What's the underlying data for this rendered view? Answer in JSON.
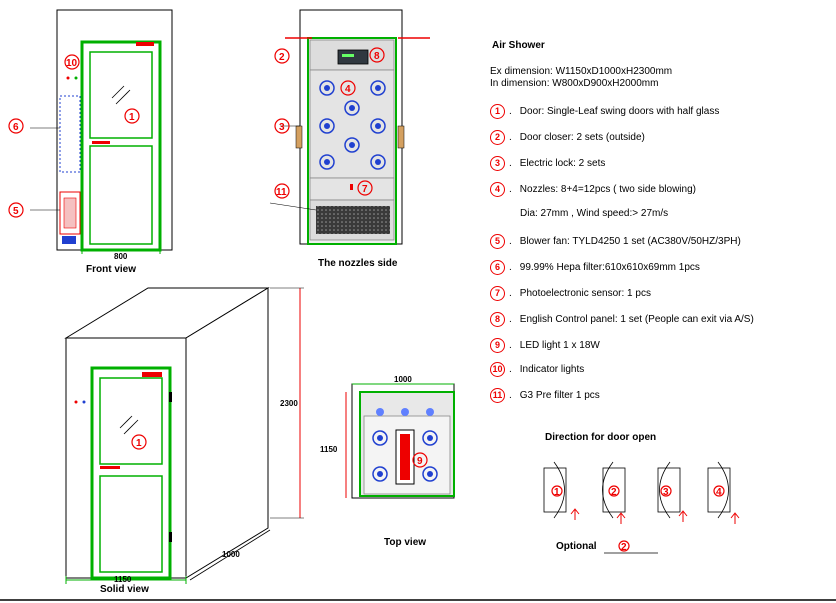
{
  "title": "Air Shower",
  "dimensions": {
    "ex": "Ex dimension: W1150xD1000xH2300mm",
    "in": "In dimension: W800xD900xH2000mm"
  },
  "specs": [
    {
      "no": "1",
      "sep": ".",
      "text": "Door: Single-Leaf swing doors with half glass"
    },
    {
      "no": "2",
      "sep": ".",
      "text": "Door closer: 2 sets (outside)"
    },
    {
      "no": "3",
      "sep": ".",
      "text": "Electric lock: 2 sets"
    },
    {
      "no": "4",
      "sep": ".",
      "text": "Nozzles: 8+4=12pcs ( two side blowing)"
    },
    {
      "no": "",
      "sep": "",
      "text": "Dia: 27mm , Wind speed:> 27m/s"
    },
    {
      "no": "5",
      "sep": ".",
      "text": "Blower fan: TYLD4250 1 set (AC380V/50HZ/3PH)"
    },
    {
      "no": "6",
      "sep": ".",
      "text": "99.99% Hepa filter:610x610x69mm 1pcs"
    },
    {
      "no": "7",
      "sep": ".",
      "text": "Photoelectronic sensor: 1 pcs"
    },
    {
      "no": "8",
      "sep": ".",
      "text": "English Control panel: 1 set (People can exit via A/S)"
    },
    {
      "no": "9",
      "sep": ".",
      "text": "LED light 1 x 18W"
    },
    {
      "no": "10",
      "sep": ".",
      "text": "Indicator lights"
    },
    {
      "no": "11",
      "sep": ".",
      "text": "G3 Pre filter 1 pcs"
    }
  ],
  "views": {
    "front": "Front view",
    "nozzles": "The nozzles side",
    "solid": "Solid view",
    "top": "Top view"
  },
  "labels": {
    "front_width": "800",
    "solid_width": "1150",
    "solid_depth": "1000",
    "solid_height": "2300",
    "top_width": "1000",
    "top_depth": "1150"
  },
  "door_open": {
    "title": "Direction for door open",
    "options": [
      "1",
      "2",
      "3",
      "4"
    ],
    "optional_label": "Optional",
    "optional_value": "2"
  },
  "colors": {
    "frame": "#00b000",
    "marker": "#e00000",
    "nozzle": "#2040d0",
    "panel": "#606060"
  }
}
